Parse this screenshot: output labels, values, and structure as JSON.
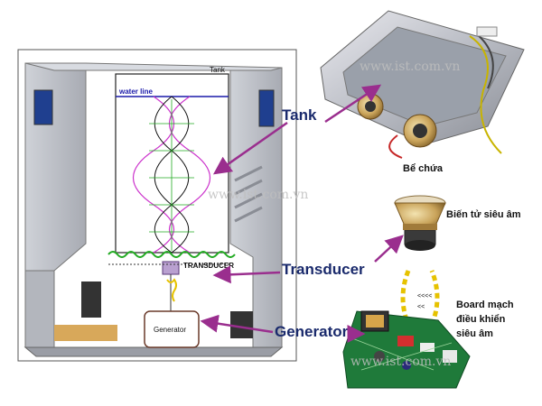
{
  "labels": {
    "tank_inner": "Tank",
    "water_line": "water line",
    "transducer_inner": "TRANSDUCER",
    "generator_inner": "Generator",
    "tank_callout": "Tank",
    "transducer_callout": "Transducer",
    "generator_callout": "Generator",
    "be_chua": "Bể chứa",
    "bien_tu_sieu_am": "Biến tử siêu âm",
    "board_line1": "Board mạch",
    "board_line2": "điều khiển",
    "board_line3": "siêu âm"
  },
  "watermark": "www.ist.com.vn",
  "colors": {
    "callout_text": "#1a2a6c",
    "arrow": "#9a2e8e",
    "wave_green": "#22aa22",
    "wave_magenta": "#cc33cc",
    "water_line": "#1a1aaa",
    "flow_arrow": "#e6c200"
  }
}
